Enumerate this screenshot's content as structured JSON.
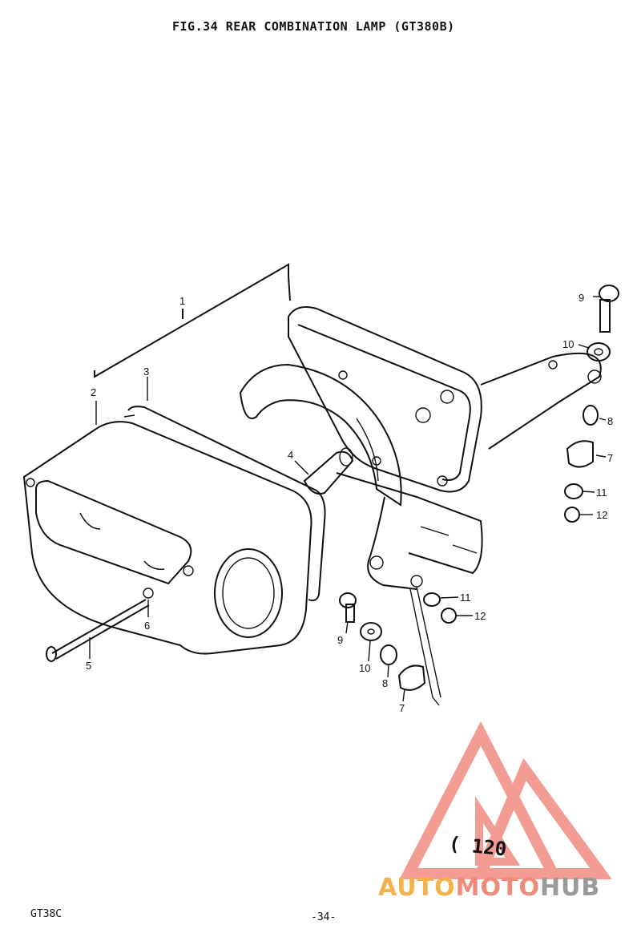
{
  "title": "FIG.34  REAR COMBINATION LAMP (GT380B)",
  "footer": {
    "model": "GT38C",
    "page": "-34-"
  },
  "annotation": "( 120",
  "watermark": {
    "part1": "AUTO",
    "part2": "MOTO",
    "part3": "HUB"
  },
  "callouts": {
    "c1": "1",
    "c2": "2",
    "c3": "3",
    "c4": "4",
    "c5": "5",
    "c6": "6",
    "c7a": "7",
    "c8a": "8",
    "c9a": "9",
    "c10a": "10",
    "c11a": "11",
    "c12a": "12",
    "c7b": "7",
    "c8b": "8",
    "c9b": "9",
    "c10b": "10",
    "c11b": "11",
    "c12b": "12"
  },
  "colors": {
    "ink": "#111111",
    "logo_red": "#f28b82",
    "logo_orange": "#f6b24a",
    "logo_gray": "#9a9a9a"
  }
}
